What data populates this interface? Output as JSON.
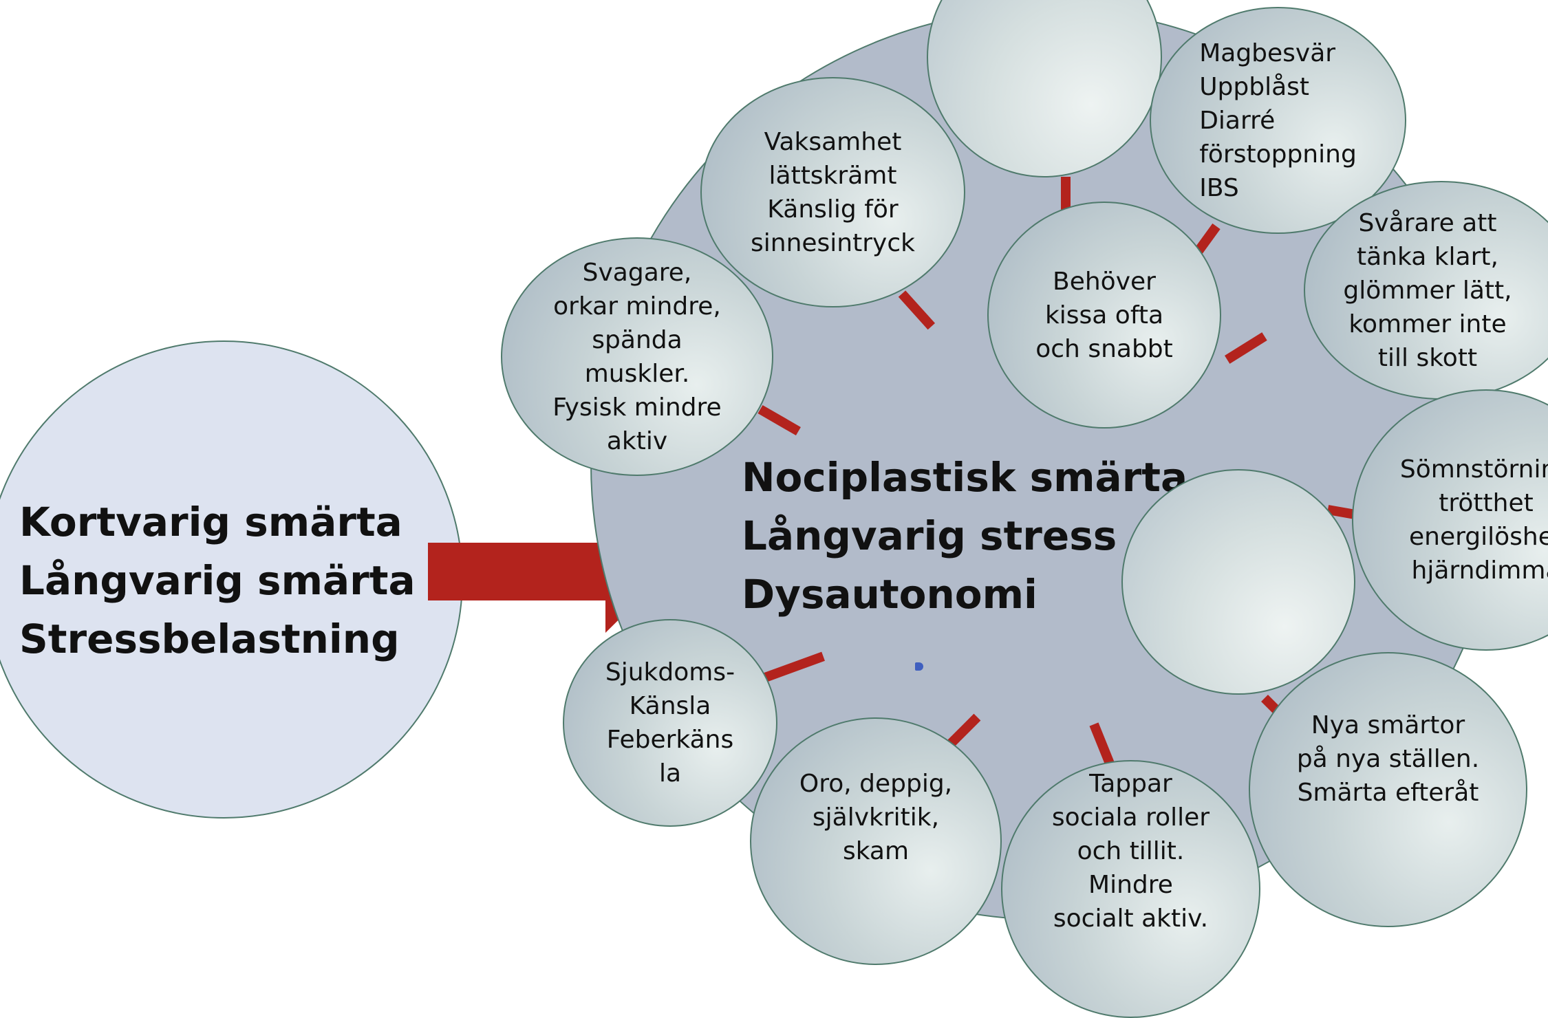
{
  "colors": {
    "hub_fill": "#b2bbca",
    "cause_fill": "#dde3f0",
    "outline": "#4f7a6c",
    "accent_red": "#b3231d"
  },
  "cause": {
    "lines": "Kortvarig smärta\nLångvarig smärta\nStressbelastning"
  },
  "arrow": {
    "icon": "right-arrow-icon"
  },
  "center": {
    "lines": "Nociplastisk smärta\nLångvarig stress\nDysautonomi"
  },
  "symptoms": {
    "vaksamhet": "Vaksamhet\nlättskrämt\nKänslig för\nsinnesintryck",
    "top_empty": "",
    "magbesvar": "Magbesvär\nUppblåst\nDiarré\nförstoppning\nIBS",
    "kissa": "Behöver\nkissa ofta\noch snabbt",
    "tanka": "Svårare att\ntänka klart,\nglömmer lätt,\nkommer inte\ntill skott",
    "svagare": "Svagare,\norkar mindre,\nspända\nmuskler.\nFysisk mindre\naktiv",
    "somn": "Sömnstörning\ntrötthet\nenergilöshet\nhjärndimma",
    "right_empty": "",
    "smartor": "Nya smärtor\npå nya ställen.\nSmärta efteråt",
    "sjukdom": "Sjukdoms-\nKänsla\nFeberkäns\nla",
    "oro": "Oro, deppig,\nsjälvkritik,\nskam",
    "tappar": "Tappar\nsociala roller\noch tillit.\nMindre\nsocialt aktiv."
  }
}
